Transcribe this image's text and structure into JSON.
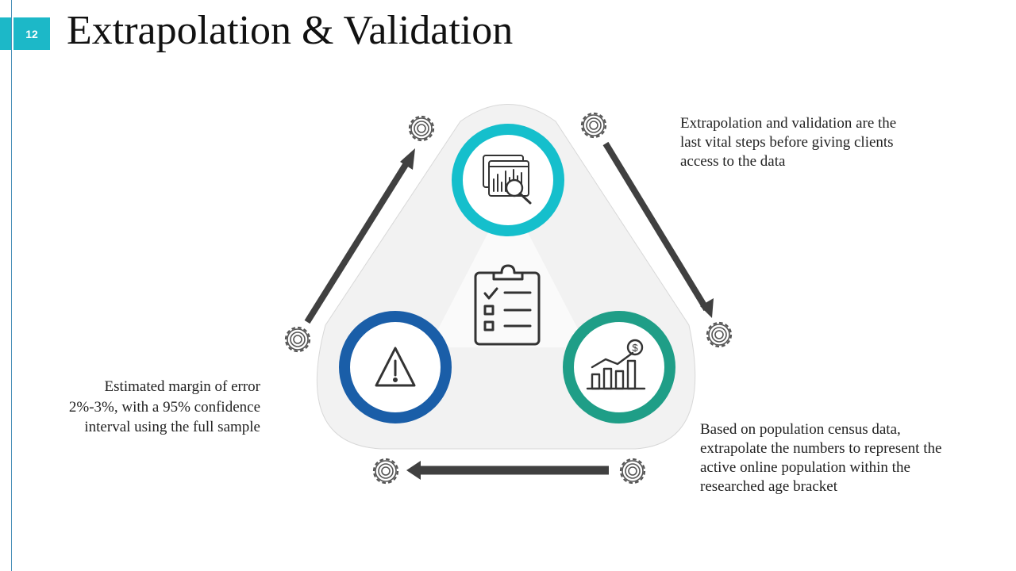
{
  "slide": {
    "number": "12",
    "title": "Extrapolation & Validation"
  },
  "descriptions": {
    "top_right": "Extrapolation and validation are the last vital steps before giving clients access to the data",
    "bottom_right": "Based on population census data, extrapolate the numbers to represent the active online population within the researched age bracket",
    "left": "Estimated margin of error 2%-3%, with a 95% confidence interval using the full sample"
  },
  "colors": {
    "accent": "#1cb8c8",
    "ring_top": "#15bfcc",
    "ring_left": "#1a5ea8",
    "ring_right": "#1f9e87",
    "arrow": "#404040",
    "triangle_fill": "#f2f2f2"
  },
  "icons": {
    "top": "analytics-magnifier-icon",
    "center": "clipboard-checklist-icon",
    "left": "warning-triangle-icon",
    "right": "growth-chart-dollar-icon",
    "cycle": "gear-icon"
  }
}
